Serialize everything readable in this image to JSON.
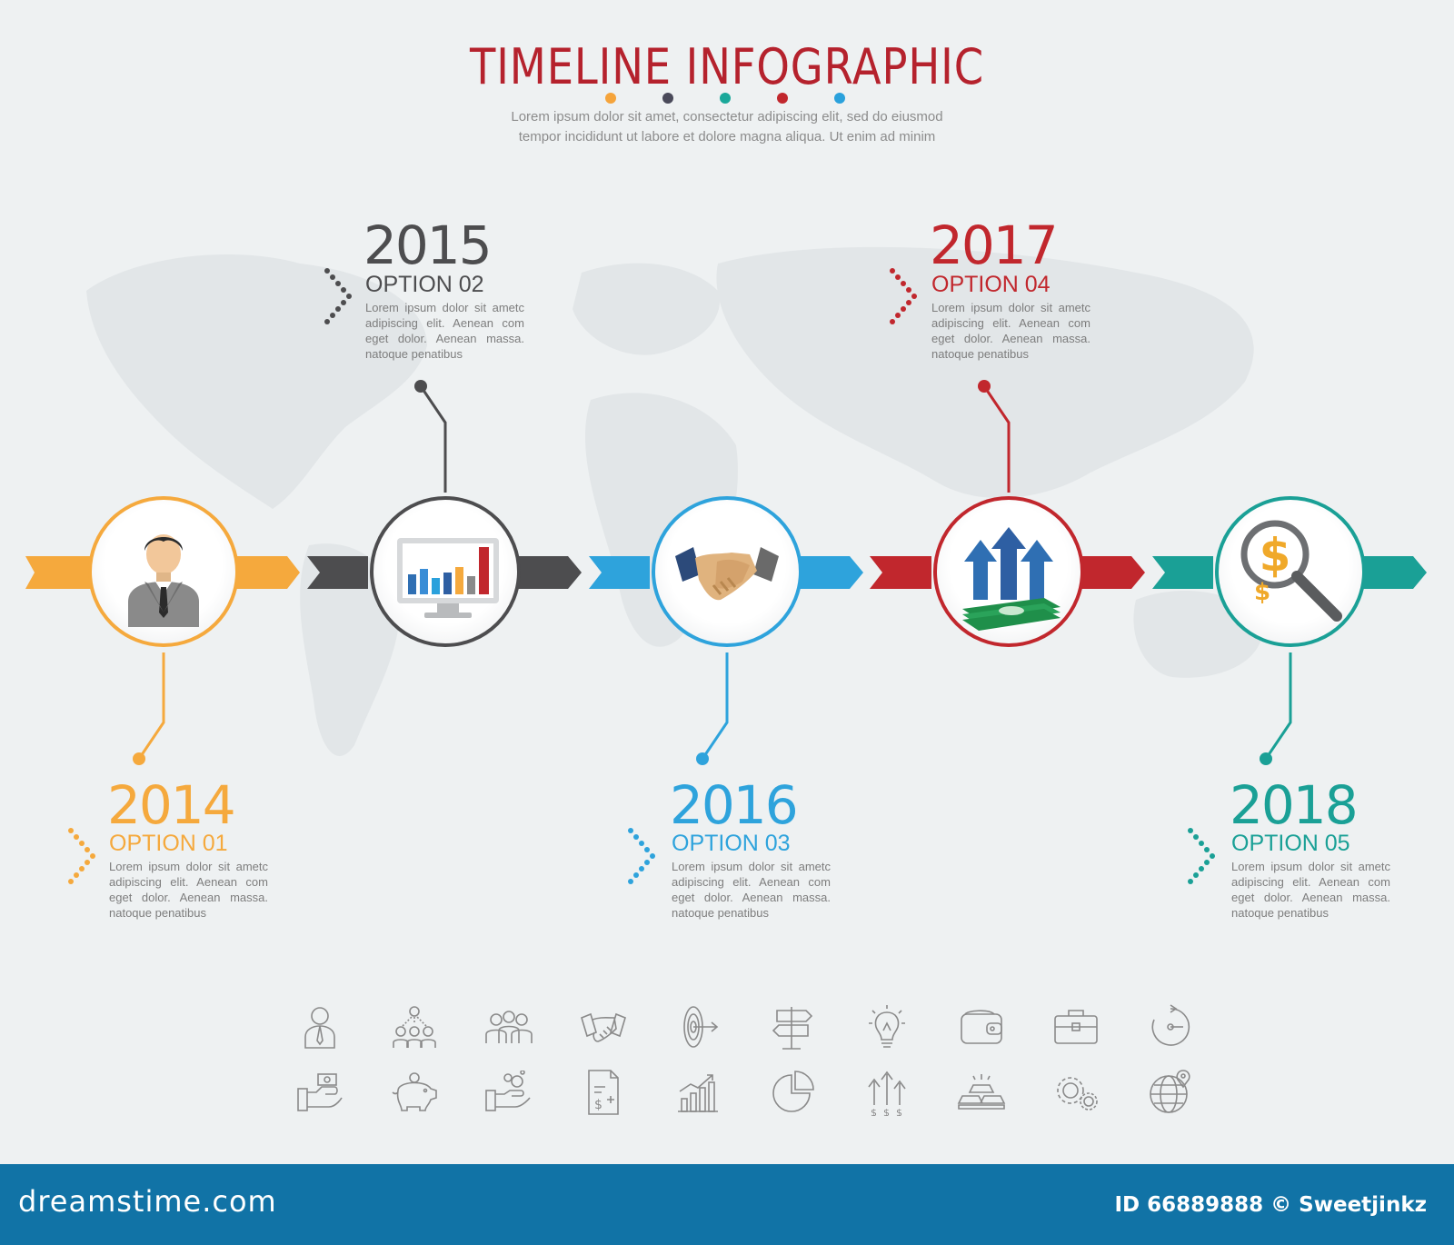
{
  "header": {
    "title": "TIMELINE INFOGRAPHIC",
    "intro": "Lorem ipsum dolor sit amet, consectetur adipiscing elit, sed do eiusmod tempor incididunt ut labore et dolore magna aliqua. Ut enim ad minim",
    "dot_colors": [
      "#f5a43b",
      "#4a4a5a",
      "#1aa89a",
      "#c1272d",
      "#2aa1dc"
    ]
  },
  "steps": [
    {
      "year": "2014",
      "option": "OPTION 01",
      "desc": "Lorem ipsum dolor sit ametc adipiscing elit. Aenean com eget dolor. Aenean massa. natoque penatibus",
      "color": "#f5a93d",
      "icon": "businessman-icon"
    },
    {
      "year": "2015",
      "option": "OPTION 02",
      "desc": "Lorem ipsum dolor sit ametc adipiscing elit. Aenean com eget dolor. Aenean massa. natoque penatibus",
      "color": "#4d4d4f",
      "icon": "monitor-bar-chart-icon"
    },
    {
      "year": "2016",
      "option": "OPTION 03",
      "desc": "Lorem ipsum dolor sit ametc adipiscing elit. Aenean com eget dolor. Aenean massa. natoque penatibus",
      "color": "#2ea3dc",
      "icon": "handshake-icon"
    },
    {
      "year": "2017",
      "option": "OPTION 04",
      "desc": "Lorem ipsum dolor sit ametc adipiscing elit. Aenean com eget dolor. Aenean massa. natoque penatibus",
      "color": "#c1272d",
      "icon": "money-growth-arrows-icon"
    },
    {
      "year": "2018",
      "option": "OPTION 05",
      "desc": "Lorem ipsum dolor sit ametc adipiscing elit. Aenean com eget dolor. Aenean massa. natoque penatibus",
      "color": "#1aa096",
      "icon": "dollar-magnifier-icon"
    }
  ],
  "icon_rows": [
    [
      "businessman-outline-icon",
      "team-network-icon",
      "team-group-icon",
      "handshake-outline-icon",
      "target-icon",
      "signpost-icon",
      "lightbulb-icon",
      "wallet-icon",
      "briefcase-icon",
      "clock-refresh-icon"
    ],
    [
      "money-hand-icon",
      "piggy-bank-icon",
      "coins-hand-icon",
      "invoice-icon",
      "growth-chart-icon",
      "pie-chart-icon",
      "dollar-arrows-icon",
      "gold-bars-icon",
      "gears-icon",
      "globe-pin-icon"
    ]
  ],
  "footer": {
    "brand": "dreamstime.com",
    "credit": "ID 66889888 © Sweetjinkz",
    "background": "#1173a6"
  }
}
